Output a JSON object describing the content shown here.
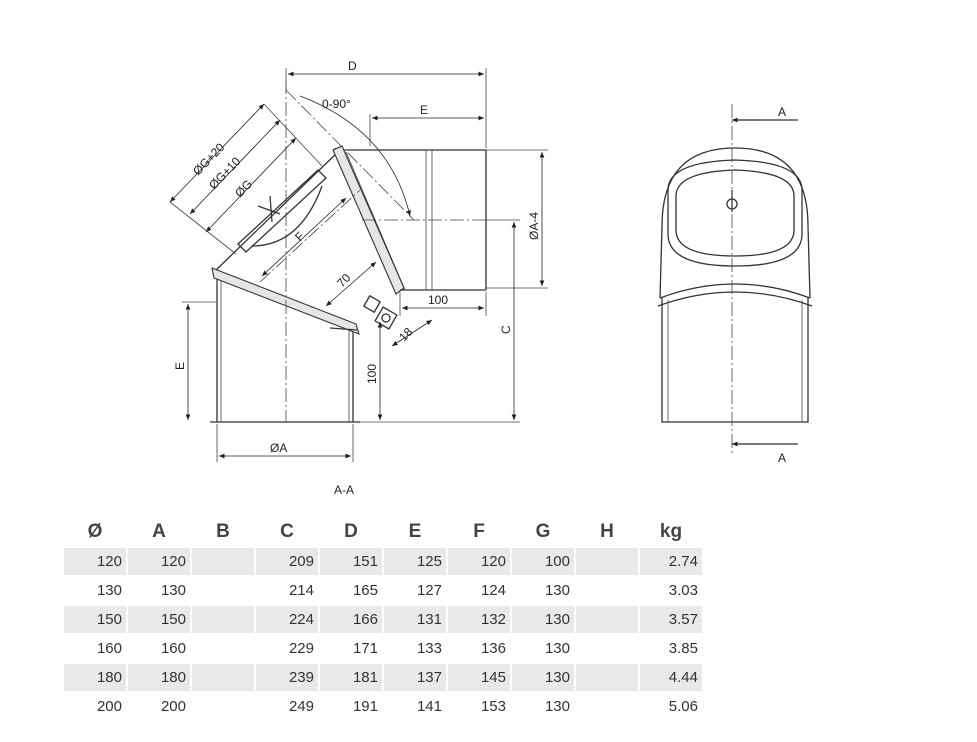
{
  "drawing": {
    "section_label": "A-A",
    "dims": {
      "D": "D",
      "E_top": "E",
      "angle": "0-90°",
      "dg20": "ØG+20",
      "dg10": "ØG+10",
      "dg": "ØG",
      "F": "F",
      "d70": "70",
      "d100_h": "100",
      "d100_v": "100",
      "d18": "18",
      "da4": "ØA-4",
      "C": "C",
      "E_left": "E",
      "da": "ØA"
    },
    "side_view": {
      "cut_top": "A",
      "cut_bottom": "A"
    }
  },
  "table": {
    "headers": [
      "Ø",
      "A",
      "B",
      "C",
      "D",
      "E",
      "F",
      "G",
      "H",
      "kg"
    ],
    "rows": [
      [
        "120",
        "120",
        "",
        "209",
        "151",
        "125",
        "120",
        "100",
        "",
        "2.74"
      ],
      [
        "130",
        "130",
        "",
        "214",
        "165",
        "127",
        "124",
        "130",
        "",
        "3.03"
      ],
      [
        "150",
        "150",
        "",
        "224",
        "166",
        "131",
        "132",
        "130",
        "",
        "3.57"
      ],
      [
        "160",
        "160",
        "",
        "229",
        "171",
        "133",
        "136",
        "130",
        "",
        "3.85"
      ],
      [
        "180",
        "180",
        "",
        "239",
        "181",
        "137",
        "145",
        "130",
        "",
        "4.44"
      ],
      [
        "200",
        "200",
        "",
        "249",
        "191",
        "141",
        "153",
        "130",
        "",
        "5.06"
      ]
    ]
  }
}
